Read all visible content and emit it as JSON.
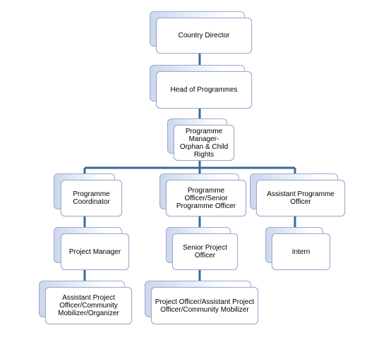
{
  "colors": {
    "connector": "#3d6899",
    "border": "#9aa9cc",
    "backing": "#ccd7ee"
  },
  "nodes": {
    "country_director": "Country Director",
    "head_of_programmes": "Head of Programmes",
    "programme_manager": "Programme Manager- Orphan & Child Rights",
    "programme_coordinator": "Programme Coordinator",
    "programme_officer": "Programme Officer/Senior Programme Officer",
    "assistant_programme_officer": "Assistant Programme Officer",
    "project_manager": "Project Manager",
    "senior_project_officer": "Senior Project Officer",
    "intern": "Intern",
    "assistant_project_officer": "Assistant Project Officer/Community Mobilizer/Organizer",
    "project_officer": "Project Officer/Assistant Project Officer/Community Mobilizer"
  }
}
